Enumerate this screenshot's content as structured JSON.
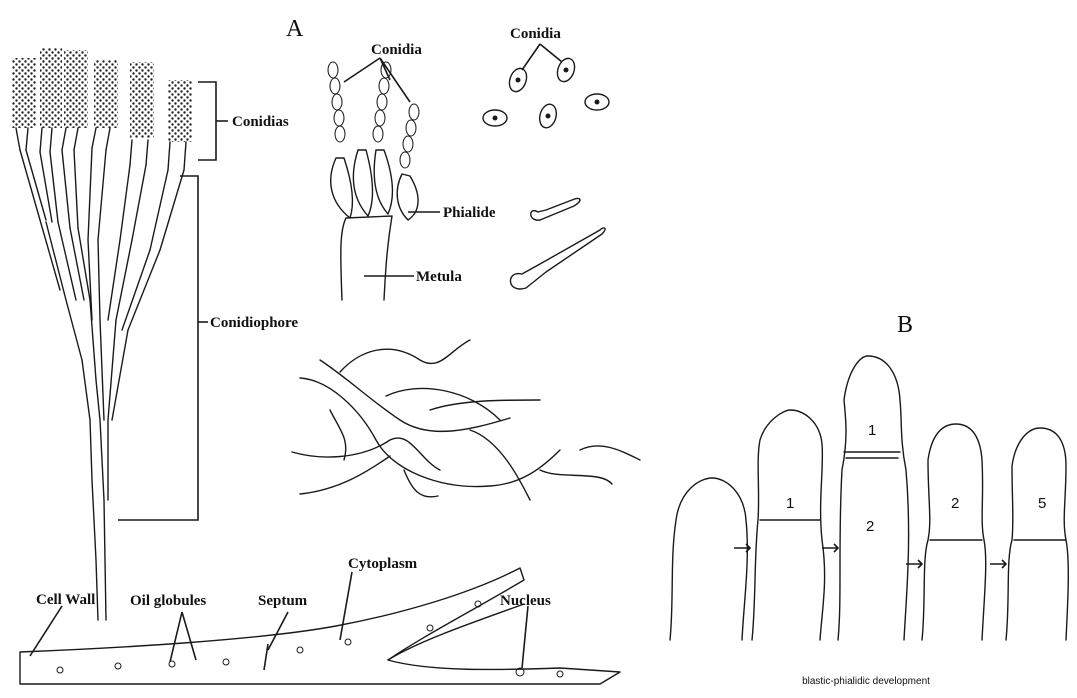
{
  "panels": {
    "a": "A",
    "b": "B"
  },
  "penicillium": {
    "conidias": "Conidias",
    "conidiophore": "Conidiophore"
  },
  "detail": {
    "conidia_upper": "Conidia",
    "conidia_mid": "Conidia",
    "phialide": "Phialide",
    "metula": "Metula"
  },
  "hypha": {
    "cell_wall": "Cell Wall",
    "oil_globules": "Oil globules",
    "septum": "Septum",
    "cytoplasm": "Cytoplasm",
    "nucleus": "Nucleus"
  },
  "development": {
    "stage1_number": "1",
    "stage2_top_number": "1",
    "stage2_bottom_number": "2",
    "stage3_number": "2",
    "stage4_number": "5",
    "caption": "blastic-phialidic development"
  }
}
